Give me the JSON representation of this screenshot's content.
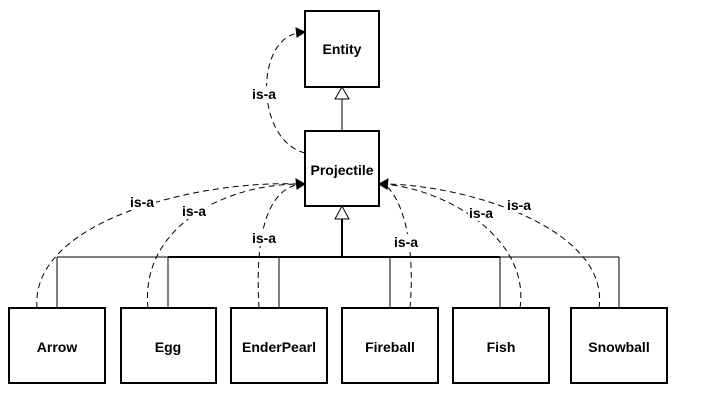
{
  "diagram": {
    "classes": {
      "entity": "Entity",
      "projectile": "Projectile",
      "arrow": "Arrow",
      "egg": "Egg",
      "enderpearl": "EnderPearl",
      "fireball": "Fireball",
      "fish": "Fish",
      "snowball": "Snowball"
    },
    "relation_label": "is-a"
  }
}
